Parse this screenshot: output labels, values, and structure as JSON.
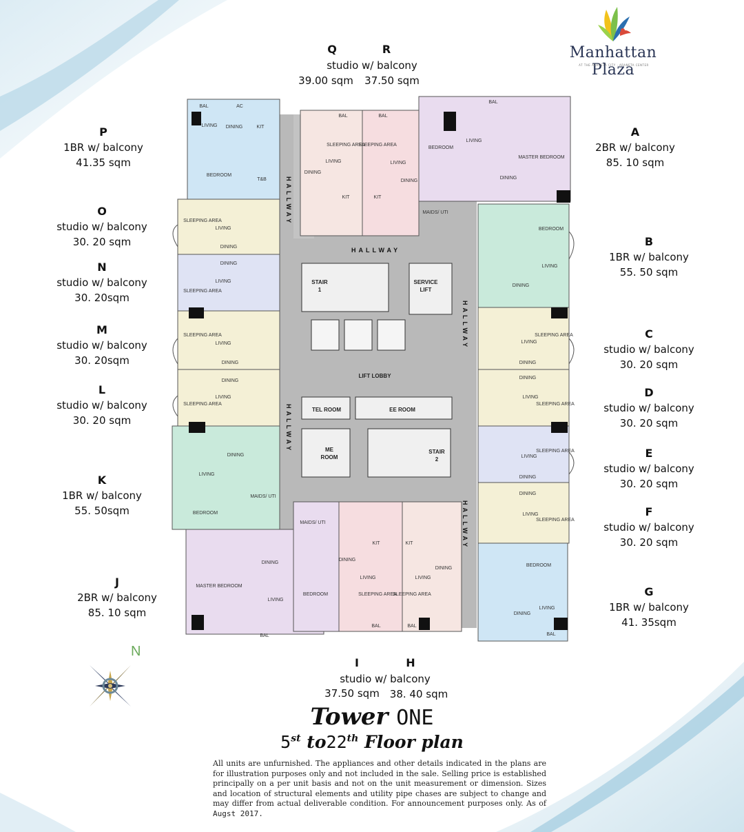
{
  "brand": {
    "name": "Manhattan Plaza",
    "subtitle": "AT THE ARANETA CITY · ARANETA CENTER",
    "colors": {
      "feather_green": "#7cc04b",
      "feather_blue": "#2b6fb0",
      "feather_yellow": "#f2c21b",
      "feather_red": "#d94a3a",
      "wordmark": "#2a3555"
    }
  },
  "units_top": {
    "letters": [
      "Q",
      "R"
    ],
    "type": "studio w/ balcony",
    "sizes": [
      "39.00 sqm",
      "37.50 sqm"
    ]
  },
  "units_bottom": {
    "letters": [
      "I",
      "H"
    ],
    "type": "studio w/ balcony",
    "sizes": [
      "37.50 sqm",
      "38. 40 sqm"
    ]
  },
  "units_left": [
    {
      "letter": "P",
      "type": "1BR w/ balcony",
      "size": "41.35 sqm"
    },
    {
      "letter": "O",
      "type": "studio w/ balcony",
      "size": "30. 20 sqm"
    },
    {
      "letter": "N",
      "type": "studio w/ balcony",
      "size": "30. 20sqm"
    },
    {
      "letter": "M",
      "type": "studio w/ balcony",
      "size": "30. 20sqm"
    },
    {
      "letter": "L",
      "type": "studio w/ balcony",
      "size": "30. 20 sqm"
    },
    {
      "letter": "K",
      "type": "1BR w/ balcony",
      "size": "55. 50sqm"
    },
    {
      "letter": "J",
      "type": "2BR w/ balcony",
      "size": "85. 10 sqm"
    }
  ],
  "units_right": [
    {
      "letter": "A",
      "type": "2BR w/ balcony",
      "size": "85. 10 sqm"
    },
    {
      "letter": "B",
      "type": "1BR w/ balcony",
      "size": "55. 50 sqm"
    },
    {
      "letter": "C",
      "type": "studio w/ balcony",
      "size": "30. 20 sqm"
    },
    {
      "letter": "D",
      "type": "studio w/ balcony",
      "size": "30. 20 sqm"
    },
    {
      "letter": "E",
      "type": "studio w/ balcony",
      "size": "30. 20 sqm"
    },
    {
      "letter": "F",
      "type": "studio w/ balcony",
      "size": "30. 20 sqm"
    },
    {
      "letter": "G",
      "type": "1BR w/ balcony",
      "size": "41. 35sqm"
    }
  ],
  "plan_labels": {
    "hallway": "HALLWAY",
    "stair1": "STAIR 1",
    "service_lift": "SERVICE LIFT",
    "lift_lobby": "LIFT LOBBY",
    "tel_room": "TEL ROOM",
    "ee_room": "EE ROOM",
    "me_room": "ME ROOM",
    "stair2": "STAIR 2",
    "living": "LIVING",
    "dining": "DINING",
    "kit": "KIT",
    "tb": "T&B",
    "bal": "BAL",
    "ac": "AC",
    "bedroom": "BEDROOM",
    "master_bedroom": "MASTER BEDROOM",
    "sleeping_area": "SLEEPING AREA",
    "maids_uti": "MAIDS/ UTI"
  },
  "unit_colors": {
    "blue": "#cfe6f5",
    "yellow": "#f4f0d6",
    "green": "#c9eadb",
    "pink": "#f6dde0",
    "lilac": "#e9dcef",
    "lavender": "#dfe3f4",
    "core": "#b9b9b9"
  },
  "title": {
    "line1": "Tower",
    "line1b": "ONE",
    "floor_from": "5",
    "floor_from_sup": "st",
    "floor_to_word": "to",
    "floor_to": "22",
    "floor_to_sup": "th",
    "floor_plan": "Floor plan"
  },
  "disclaimer": "All units are unfurnished. The appliances and other details indicated in the plans are for illustration purposes only and not included in the sale. Selling price is established principally on a per unit basis and not on the unit measurement or dimension. Sizes and location of structural elements and utility pipe chases are subject to change and may differ from actual deliverable condition. For announcement purposes only. As of",
  "disclaimer_date": "Augst 2017.",
  "compass": {
    "label": "N",
    "icon": "compass-rose-icon"
  }
}
